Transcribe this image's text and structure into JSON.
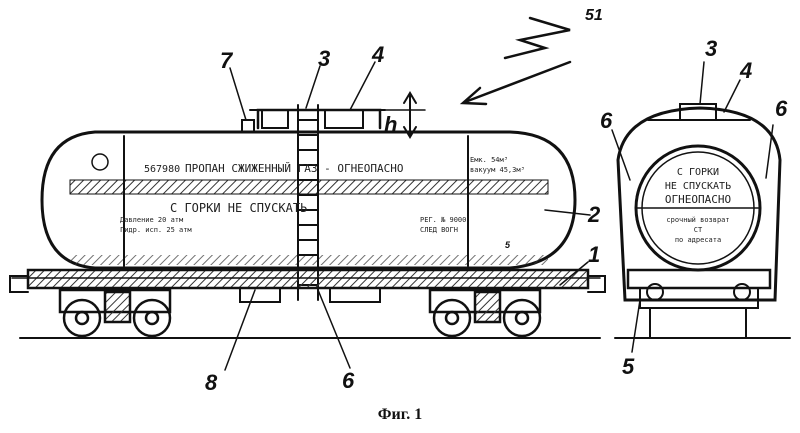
{
  "figure": {
    "caption": "Фиг. 1",
    "labels": {
      "l51": "51",
      "l7": "7",
      "l3": "3",
      "l4": "4",
      "lh": "h",
      "l2": "2",
      "l1": "1",
      "l8": "8",
      "l6": "6",
      "l5": "5",
      "end_l3": "3",
      "end_l4": "4",
      "end_l6a": "6",
      "end_l6b": "6",
      "end_l5": "5"
    },
    "side_inscriptions": {
      "number": "567980",
      "product": "ПРОПАН СЖИЖЕННЫЙ ГАЗ - ОГНЕОПАСНО",
      "warning": "С ГОРКИ НЕ СПУСКАТЬ",
      "pressure": "Давление 20 атм",
      "hydro": "Гидр. исп. 25 атм",
      "volume": "Емк. 54м³",
      "vacuum": "вакуум 45,3м³",
      "reg": "РЕГ. № 9000",
      "depot": "СЛЕД ВОГН"
    },
    "end_inscriptions": {
      "line1": "С ГОРКИ",
      "line2": "НЕ СПУСКАТЬ",
      "line3": "ОГНЕОПАСНО",
      "line4": "срочный возврат",
      "line5": "СТ",
      "line6": "по адресата"
    }
  }
}
